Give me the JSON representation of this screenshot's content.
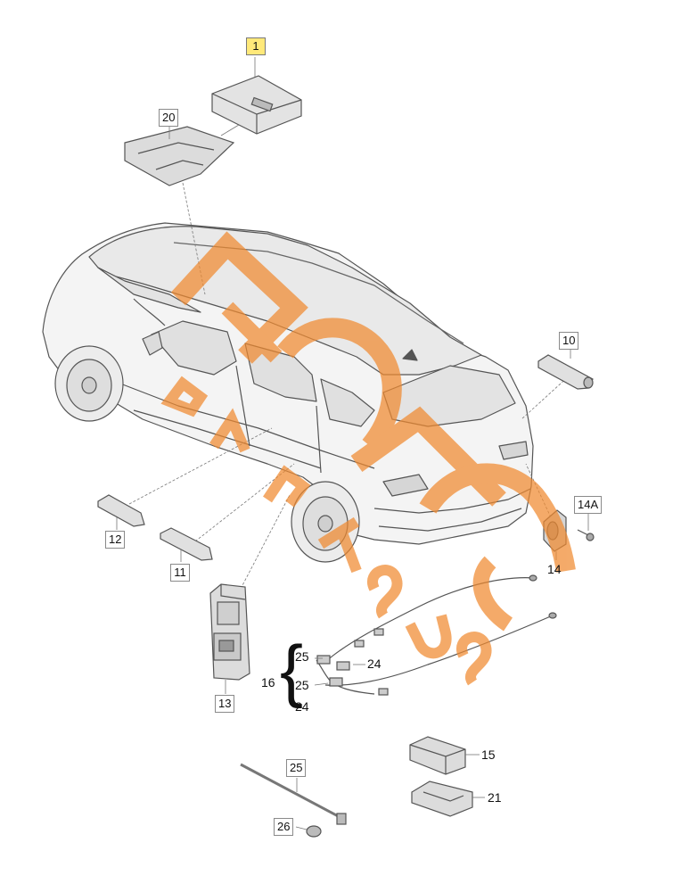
{
  "callouts": {
    "c1": "1",
    "c20": "20",
    "c10": "10",
    "c14a": "14A",
    "c14": "14",
    "c12": "12",
    "c11": "11",
    "c13": "13",
    "c16": "16",
    "c25a": "25",
    "c25b": "25",
    "c24a": "24",
    "c24b": "24",
    "c15": "15",
    "c21": "21",
    "c25c": "25",
    "c26": "26"
  },
  "watermark": {
    "text": "EPARTS US",
    "color": "#f08a30"
  },
  "colors": {
    "line": "#555555",
    "part_fill": "#dcdcdc",
    "highlight": "#ffe97a"
  }
}
